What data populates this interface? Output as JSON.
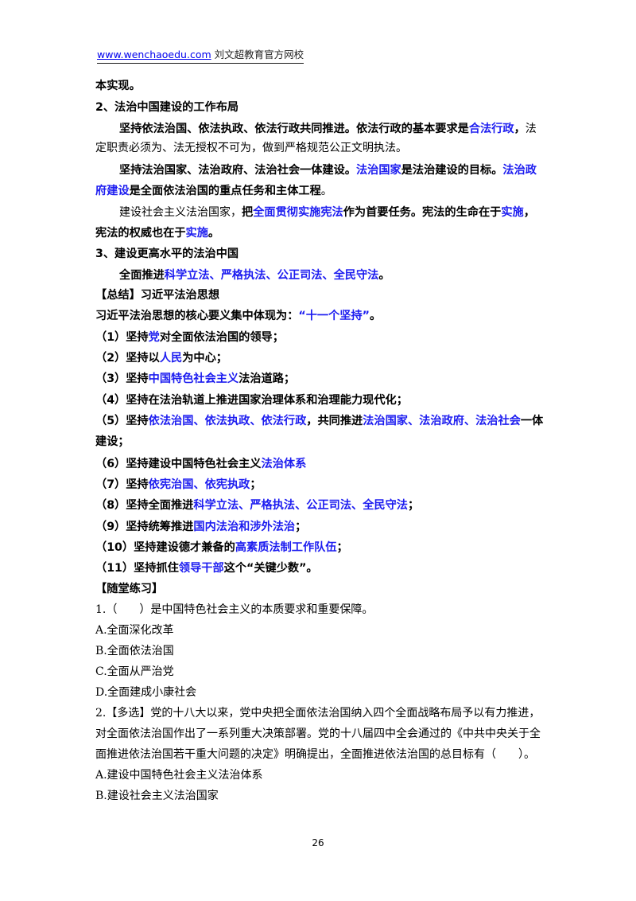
{
  "header": {
    "url": "www.wenchaoedu.com",
    "name": " 刘文超教育官方网校"
  },
  "lines": [
    {
      "t": "本实现。"
    },
    {
      "t": "2、法治中国建设的工作布局"
    },
    {
      "t1": "坚持依法治国、依法执政、依法行政共同推进。依法行政的基本要求是",
      "h1": "合法行政",
      "t2": "，",
      "r": "法"
    },
    {
      "r": "定职责必须为、法无授权不可为，做到严格规范公正文明执法。"
    },
    {
      "t1": "坚持法治国家、法治政府、法治社会一体建设。",
      "h1": "法治国家",
      "t2": "是法治建设的目标。",
      "h2": "法治政"
    },
    {
      "h1": "府建设",
      "t1": "是全面依法治国的重点任务和主体工程",
      "r": "。"
    },
    {
      "r": "建设社会主义法治国家，",
      "t1": "把",
      "h1": "全面贯彻实施宪法",
      "t2": "作为首要任务。宪法的生命在于",
      "h2": "实施",
      "t3": "，"
    },
    {
      "t1": "宪法的权威也在于",
      "h1": "实施",
      "t2": "。"
    },
    {
      "t": "3、建设更高水平的法治中国"
    },
    {
      "t1": "全面推进",
      "h1": "科学立法、严格执法、公正司法、全民守法",
      "t2": "。"
    },
    {
      "t": "【总结】习近平法治思想"
    },
    {
      "t1": "习近平法治思想的核心要义集中体现为：",
      "h1": "“十一个坚持”",
      "t2": "。"
    },
    {
      "t1": "（1）坚持",
      "h1": "党",
      "t2": "对全面依法治国的领导；"
    },
    {
      "t1": "（2）坚持以",
      "h1": "人民",
      "t2": "为中心；"
    },
    {
      "t1": "（3）坚持",
      "h1": "中国特色社会主义",
      "t2": "法治道路；"
    },
    {
      "t1": "（4）坚持在法治轨道上推进国家治理体系和治理能力现代化；"
    },
    {
      "t1": "（5）坚持",
      "h1": "依法治国、依法执政、依法行政",
      "t2": "，共同推进",
      "h2": "法治国家、法治政府、法治社会",
      "t3": "一体"
    },
    {
      "t1": "建设；"
    },
    {
      "t1": "（6）坚持建设中国特色社会主义",
      "h1": "法治体系"
    },
    {
      "t1": "（7）坚持",
      "h1": "依宪治国、依宪执政",
      "t2": "；"
    },
    {
      "t1": "（8）坚持全面推进",
      "h1": "科学立法、严格执法、公正司法、全民守法",
      "t2": "；"
    },
    {
      "t1": "（9）坚持统筹推进",
      "h1": "国内法治和涉外法治",
      "t2": "；"
    },
    {
      "t1": "（10）坚持建设德才兼备的",
      "h1": "高素质法制工作队伍",
      "t2": "；"
    },
    {
      "t1": "（11）坚持抓住",
      "h1": "领导干部",
      "t2": "这个“关键少数”。"
    },
    {
      "t": "【随堂练习】"
    },
    {
      "r": "1.（　　）是中国特色社会主义的本质要求和重要保障。"
    },
    {
      "r": "A.全面深化改革"
    },
    {
      "r": "B.全面依法治国"
    },
    {
      "r": "C.全面从严治党"
    },
    {
      "r": "D.全面建成小康社会"
    },
    {
      "r": "2.【多选】党的十八大以来，党中央把全面依法治国纳入四个全面战略布局予以有力推进，"
    },
    {
      "r": "对全面依法治国作出了一系列重大决策部署。党的十八届四中全会通过的《中共中央关于全"
    },
    {
      "r": "面推进依法治国若干重大问题的决定》明确提出，全面推进依法治国的总目标有（　　）。"
    },
    {
      "r": "A.建设中国特色社会主义法治体系"
    },
    {
      "r": "B.建设社会主义法治国家"
    }
  ],
  "page_number": "26"
}
